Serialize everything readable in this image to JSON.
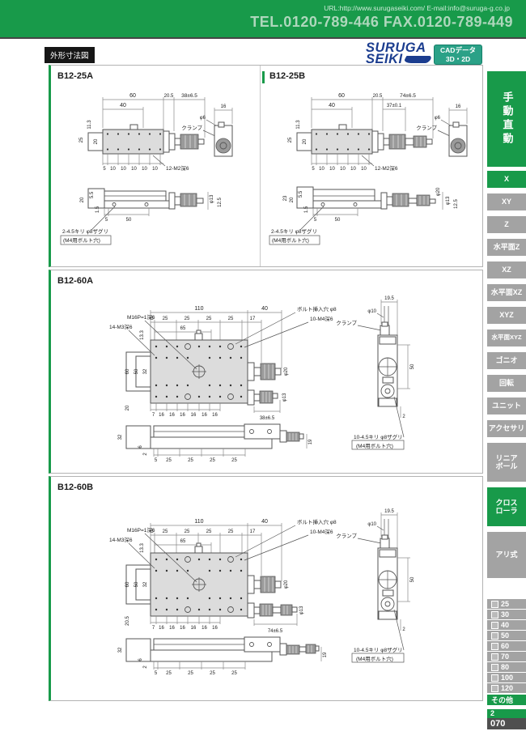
{
  "header": {
    "url_email": "URL:http://www.surugaseiki.com/  E-mail:info@suruga-g.co.jp",
    "tel_fax": "TEL.0120-789-446  FAX.0120-789-449",
    "section_label": "外形寸法図",
    "logo_top": "SURUGA",
    "logo_bottom": "SEIKI",
    "cad_top": "CADデータ",
    "cad_bottom": "3D・2D"
  },
  "sidebar": {
    "category": "手動直動",
    "tabs": [
      {
        "label": "X"
      },
      {
        "label": "XY"
      },
      {
        "label": "Z"
      },
      {
        "label": "水平面Z"
      },
      {
        "label": "XZ"
      },
      {
        "label": "水平面XZ"
      },
      {
        "label": "XYZ"
      },
      {
        "label": "水平面XYZ"
      },
      {
        "label": "ゴニオ"
      },
      {
        "label": "回転"
      },
      {
        "label": "ユニット"
      },
      {
        "label": "アクセサリ"
      },
      {
        "label": "リニア\nボール"
      },
      {
        "label": "クロス\nローラ"
      },
      {
        "label": "アリ式"
      }
    ],
    "sizes": [
      "25",
      "30",
      "40",
      "50",
      "60",
      "70",
      "80",
      "100",
      "120"
    ],
    "other": "その他",
    "volume": "2",
    "page": "070"
  },
  "drawings": {
    "b25a": {
      "title": "B12-25A",
      "top": {
        "d60": "60",
        "d40": "40",
        "d205": "20.5",
        "travel": "38±6.5",
        "d113": "11.3",
        "d25": "25",
        "d20": "20",
        "d5": "5",
        "d10": "10",
        "tap": "12-M2深6"
      },
      "end": {
        "d16": "16",
        "phi6": "φ6",
        "clamp": "クランプ"
      },
      "side": {
        "d20": "20",
        "d55": "5.5",
        "d15": "1.5",
        "d5": "5",
        "d50": "50",
        "phi13": "φ13",
        "d125": "12.5",
        "note1": "2-4.5キリ φ8ザグリ",
        "note2": "(M4用ボルト穴)"
      }
    },
    "b25b": {
      "title": "B12-25B",
      "top": {
        "d60": "60",
        "d40": "40",
        "d205": "20.5",
        "travel": "74±6.5",
        "d37": "37±0.1",
        "d113": "11.3",
        "d25": "25",
        "d20": "20",
        "d5": "5",
        "d10": "10",
        "tap": "12-M2深6"
      },
      "end": {
        "d16": "16",
        "phi6": "φ6",
        "clamp": "クランプ"
      },
      "side": {
        "d23": "23",
        "d20": "20",
        "d55": "5.5",
        "d15": "1.5",
        "d5": "5",
        "d50": "50",
        "phi20": "φ20",
        "phi13": "φ13",
        "d125": "12.5",
        "note1": "2-4.5キリ φ8ザグリ",
        "note2": "(M4用ボルト穴)"
      }
    },
    "b60a": {
      "title": "B12-60A",
      "plan": {
        "d110": "110",
        "d40": "40",
        "d5": "5",
        "d25": "25",
        "d17": "17",
        "d65": "65",
        "d133": "13.3",
        "d60": "60",
        "d50": "50",
        "d32": "32",
        "d20": "20",
        "d7": "7",
        "d16": "16",
        "travel": "38±6.5",
        "m16": "M16P=1深6",
        "m3": "14-M3深6",
        "bolt": "ボルト挿入穴 φ8",
        "m4": "10-M4深6",
        "phi20": "φ20",
        "phi13": "φ13"
      },
      "side": {
        "d195": "19.5",
        "phi10": "φ10",
        "clamp": "クランプ",
        "d50": "50",
        "d2": "2",
        "note1": "10-4.5キリ φ8ザグリ",
        "note2": "(M4用ボルト穴)"
      },
      "bottom": {
        "d32": "32",
        "d6": "6",
        "d2": "2",
        "d5": "5",
        "d25": "25",
        "d19": "19"
      }
    },
    "b60b": {
      "title": "B12-60B",
      "plan": {
        "d110": "110",
        "d40": "40",
        "d5": "5",
        "d25": "25",
        "d17": "17",
        "d65": "65",
        "d133": "13.3",
        "d60": "60",
        "d50": "50",
        "d32": "32",
        "d205": "20.5",
        "d7": "7",
        "d16": "16",
        "travel": "74±6.5",
        "m16": "M16P=1深6",
        "m3": "14-M3深6",
        "bolt": "ボルト挿入穴 φ8",
        "m4": "10-M4深6",
        "phi20": "φ20",
        "phi13": "φ13"
      },
      "side": {
        "d195": "19.5",
        "phi10": "φ10",
        "clamp": "クランプ",
        "d50": "50",
        "d2": "2",
        "note1": "10-4.5キリ φ8ザグリ",
        "note2": "(M4用ボルト穴)"
      },
      "bottom": {
        "d32": "32",
        "d6": "6",
        "d2": "2",
        "d5": "5",
        "d25": "25",
        "d19": "19"
      }
    }
  }
}
